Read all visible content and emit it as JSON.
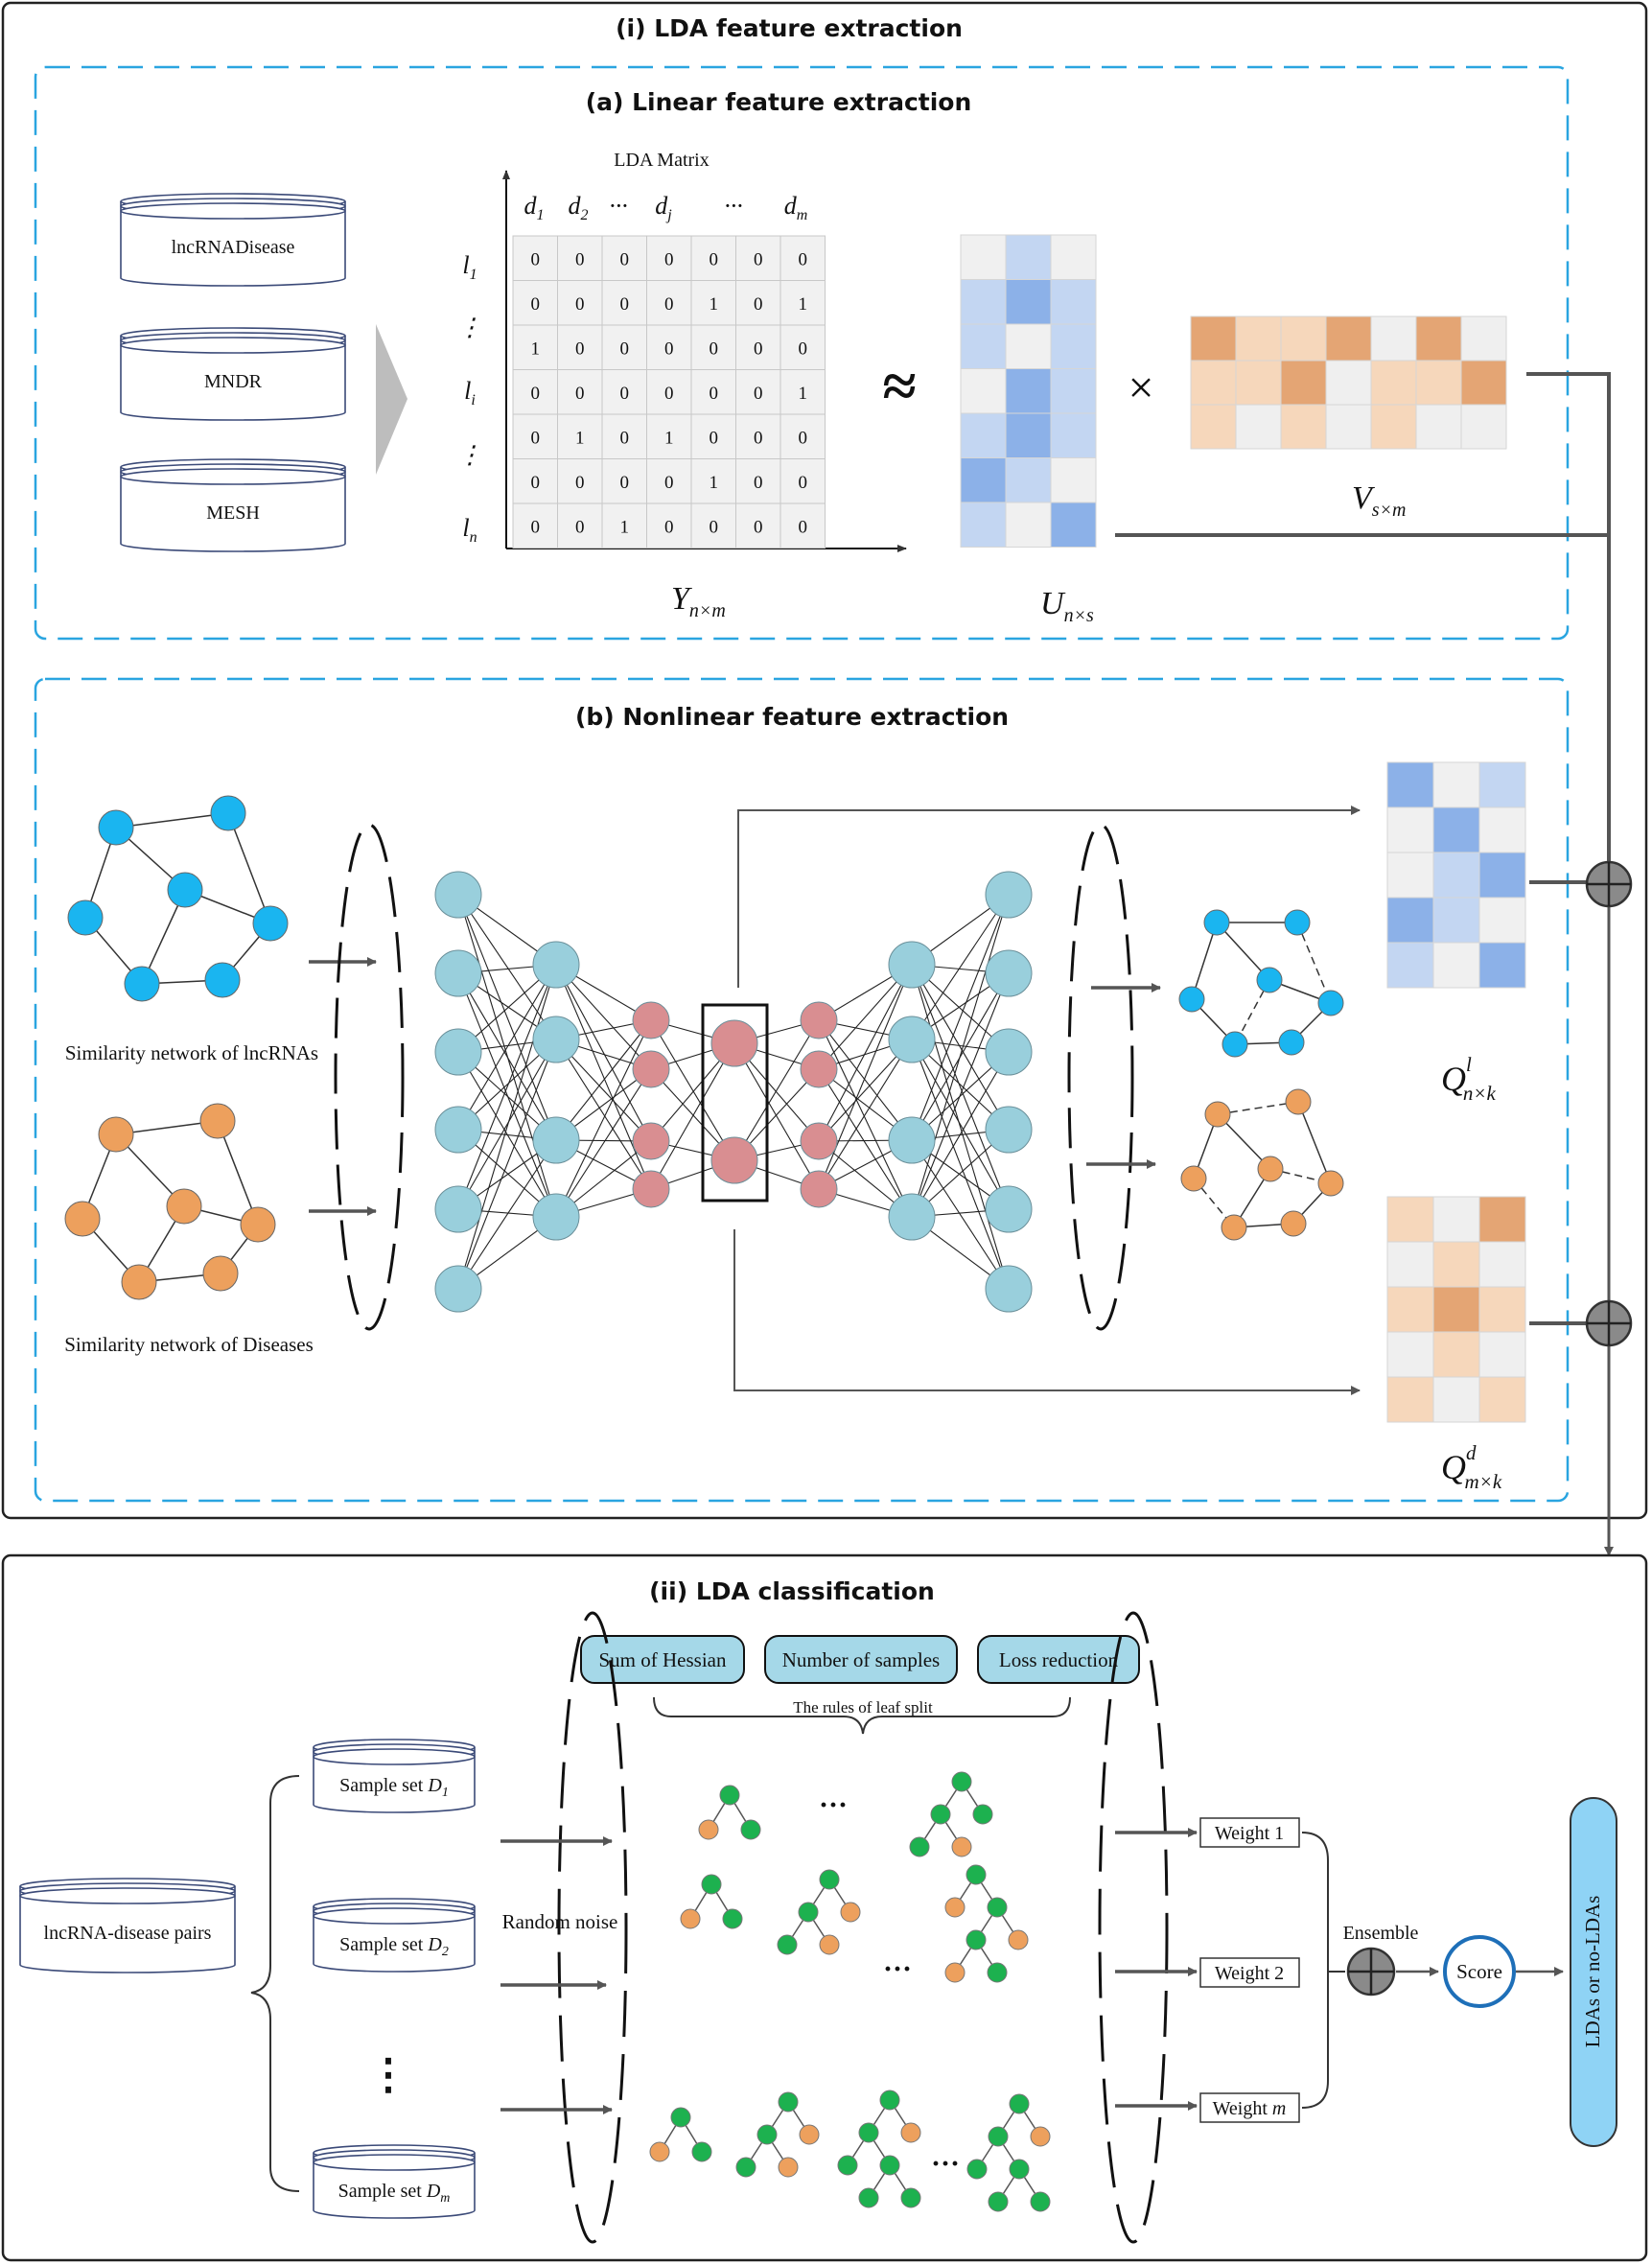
{
  "section_i": {
    "title": "(i) LDA feature extraction"
  },
  "panel_a": {
    "title": "(a) Linear feature extraction",
    "databases": [
      "lncRNADisease",
      "MNDR",
      "MESH"
    ],
    "matrix_caption": "LDA Matrix",
    "col_headers": [
      "d",
      "d",
      "···",
      "d",
      "···",
      "d"
    ],
    "col_subs": [
      "1",
      "2",
      "",
      "j",
      "",
      "m"
    ],
    "row_headers": [
      "l",
      "⋮",
      "l",
      "⋮",
      "l"
    ],
    "row_subs": [
      "1",
      "",
      "i",
      "",
      "n"
    ],
    "matrix": [
      [
        "0",
        "0",
        "0",
        "0",
        "0",
        "0",
        "0"
      ],
      [
        "0",
        "0",
        "0",
        "0",
        "1",
        "0",
        "1"
      ],
      [
        "1",
        "0",
        "0",
        "0",
        "0",
        "0",
        "0"
      ],
      [
        "0",
        "0",
        "0",
        "0",
        "0",
        "0",
        "1"
      ],
      [
        "0",
        "1",
        "0",
        "1",
        "0",
        "0",
        "0"
      ],
      [
        "0",
        "0",
        "0",
        "0",
        "1",
        "0",
        "0"
      ],
      [
        "0",
        "0",
        "1",
        "0",
        "0",
        "0",
        "0"
      ]
    ],
    "approx_symbol": "≈",
    "times_symbol": "×",
    "Y_label": "Y",
    "Y_sub": "n×m",
    "U_label": "U",
    "U_sub": "n×s",
    "V_label": "V",
    "V_sub": "s×m",
    "U_shades": [
      [
        0,
        1,
        0
      ],
      [
        1,
        2,
        1
      ],
      [
        1,
        0,
        1
      ],
      [
        0,
        2,
        1
      ],
      [
        1,
        2,
        1
      ],
      [
        2,
        1,
        0
      ],
      [
        1,
        0,
        2
      ]
    ],
    "V_shades": [
      [
        2,
        1,
        1,
        2,
        0,
        2,
        0
      ],
      [
        1,
        1,
        2,
        0,
        1,
        1,
        2
      ],
      [
        1,
        0,
        1,
        0,
        1,
        0,
        0
      ]
    ]
  },
  "panel_b": {
    "title": "(b) Nonlinear feature extraction",
    "lnc_caption": "Similarity network of lncRNAs",
    "dis_caption": "Similarity network of Diseases",
    "Ql_label": "Q",
    "Ql_sup": "l",
    "Ql_sub": "n×k",
    "Qd_label": "Q",
    "Qd_sup": "d",
    "Qd_sub": "m×k",
    "Ql_shades": [
      [
        2,
        0,
        1
      ],
      [
        0,
        2,
        0
      ],
      [
        0,
        1,
        2
      ],
      [
        2,
        1,
        0
      ],
      [
        1,
        0,
        2
      ]
    ],
    "Qd_shades": [
      [
        1,
        0,
        2
      ],
      [
        0,
        1,
        0
      ],
      [
        1,
        2,
        1
      ],
      [
        0,
        1,
        0
      ],
      [
        1,
        0,
        1
      ]
    ]
  },
  "section_ii": {
    "title": "(ii) LDA classification",
    "rule_boxes": [
      "Sum of Hessian",
      "Number of samples",
      "Loss reduction"
    ],
    "rules_caption": "The rules of leaf split",
    "pairs_label": "lncRNA-disease pairs",
    "sample_prefix": "Sample set ",
    "sample_vars": [
      "D",
      "D",
      "D"
    ],
    "sample_subs": [
      "1",
      "2",
      "m"
    ],
    "vdots": "⋮",
    "random_noise": "Random noise",
    "dots": "···",
    "weights": [
      "Weight 1",
      "Weight 2",
      "Weight "
    ],
    "weight_m": "m",
    "ensemble": "Ensemble",
    "score": "Score",
    "output": "LDAs or no-LDAs"
  },
  "colors": {
    "blue": [
      "#f0f0f0",
      "#c3d6f2",
      "#8cb1e8"
    ],
    "orange": [
      "#efefef",
      "#f6d7bb",
      "#e4a574"
    ],
    "node_blue": "#1ab5f0",
    "node_orange": "#eda05d",
    "nn_teal": "#99cfdc",
    "nn_pink": "#d98e91",
    "tree_green": "#1db14f",
    "output_pill": "#8fd3f5",
    "rule_box": "#a5d8e8",
    "dash_blue": "#2aa5e0"
  }
}
